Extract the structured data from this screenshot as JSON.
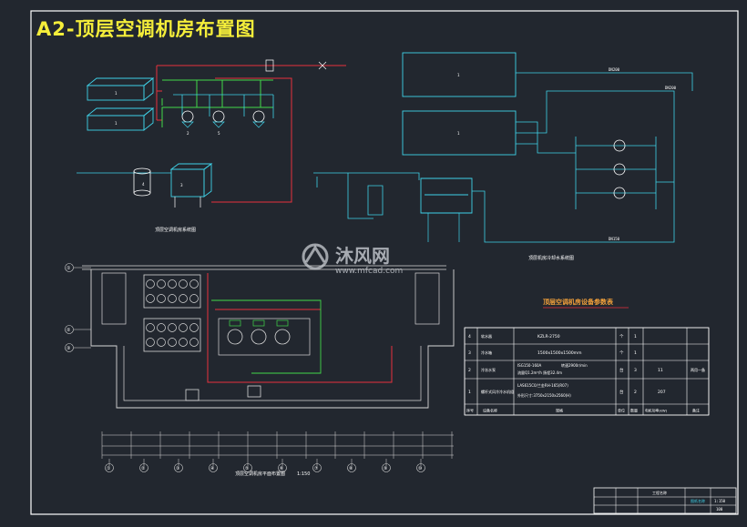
{
  "title": "A2-顶层空调机房布置图",
  "watermark": {
    "brand": "沐风网",
    "url": "www.mfcad.com"
  },
  "colors": {
    "bg": "#22272f",
    "border": "#ffffff",
    "title": "#f5ee3a",
    "pipe_cyan": "#3fd2e8",
    "pipe_red": "#e8323c",
    "pipe_green": "#41d84a",
    "plan_white": "#d8d8d8",
    "plan_red": "#e8323c",
    "table_title": "#f2a03a"
  },
  "top_left_diagram": {
    "caption": "顶层空调机房系统图",
    "tags": [
      "1",
      "1",
      "2",
      "3",
      "4",
      "5"
    ]
  },
  "top_right_diagram": {
    "caption": "顶层机房冷却水系统图",
    "pipe_labels": [
      "DN200",
      "DN200",
      "DN150"
    ]
  },
  "floor_plan": {
    "caption": "顶层空调机房平面布置图",
    "scale": "1:150",
    "row_axes": [
      "①",
      "②",
      "③"
    ],
    "col_axes": [
      "①",
      "②",
      "③",
      "④",
      "⑤",
      "⑥",
      "⑦",
      "⑧",
      "⑨",
      "⑩"
    ]
  },
  "equipment_table": {
    "title": "顶层空调机房设备参数表",
    "rows": [
      {
        "no": "4",
        "name": "软水器",
        "spec": "KZLR-2750",
        "unit": "个",
        "qty": "1",
        "power": "",
        "note": ""
      },
      {
        "no": "3",
        "name": "冷水箱",
        "spec": "1500x1500x1500mm",
        "unit": "个",
        "qty": "1",
        "power": "",
        "note": ""
      },
      {
        "no": "2",
        "name": "冷冻水泵",
        "spec": "ISG150-160A",
        "spec2": "转速2900r/min",
        "spec3": "流量Q1.2m³/h 扬程32.4m",
        "unit": "台",
        "qty": "3",
        "power": "11",
        "note": "两用一备"
      },
      {
        "no": "1",
        "name": "螺杆式风冷冷水机组",
        "spec": "LAS615C0/兰金RH-165(R07)",
        "spec2": "外形尺寸:3750x2150x2560(H)",
        "unit": "台",
        "qty": "2",
        "power": "207",
        "note": ""
      }
    ],
    "header": {
      "no": "序号",
      "name": "设备名称",
      "spec": "规格",
      "unit": "单位",
      "qty": "数量",
      "power": "电机功率(kW)",
      "note": "备注"
    }
  },
  "title_block": {
    "label_a": "工程名称",
    "label_b": "图纸名称",
    "scale": "1:150",
    "sheet": "100"
  }
}
